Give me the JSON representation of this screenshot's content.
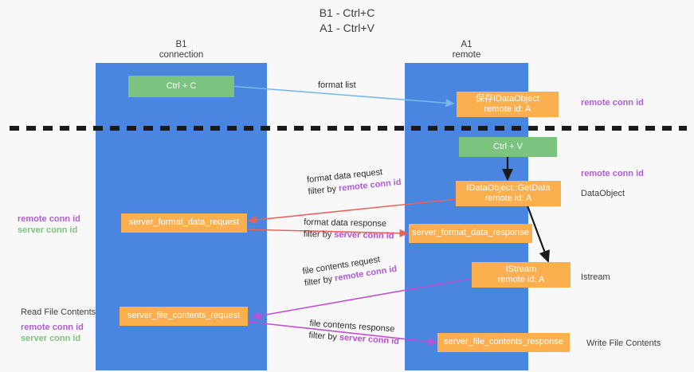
{
  "title": "B1 - Ctrl+C\nA1 - Ctrl+V",
  "columns": [
    {
      "name": "b1",
      "label": "B1\nconnection"
    },
    {
      "name": "a1",
      "label": "A1\nremote"
    }
  ],
  "boxes": [
    {
      "name": "ctrl-c-box",
      "label": "Ctrl + C",
      "color": "#7ac47f"
    },
    {
      "name": "save-idataobject-box",
      "label": "保存IDataObject\nremote id: A",
      "color": "#fcaf4e"
    },
    {
      "name": "ctrl-v-box",
      "label": "Ctrl + V",
      "color": "#7ac47f"
    },
    {
      "name": "idataobject-getdata-box",
      "label": "IDataObject::GetData\nremote id: A",
      "color": "#fcaf4e"
    },
    {
      "name": "server-format-data-request-box",
      "label": "server_format_data_request",
      "color": "#fcaf4e"
    },
    {
      "name": "server-format-data-response-box",
      "label": "server_format_data_response",
      "color": "#fcaf4e"
    },
    {
      "name": "istream-box",
      "label": "IStream\nremote id: A",
      "color": "#fcaf4e"
    },
    {
      "name": "server-file-contents-request-box",
      "label": "server_file_contents_request",
      "color": "#fcaf4e"
    },
    {
      "name": "server-file-contents-response-box",
      "label": "server_file_contents_response",
      "color": "#fcaf4e"
    }
  ],
  "right_labels": [
    {
      "name": "right-remote-conn-id-1",
      "text": "remote conn id",
      "color": "#b05cd4"
    },
    {
      "name": "right-remote-conn-id-2",
      "text": "remote conn id",
      "color": "#b05cd4"
    },
    {
      "name": "right-dataobject",
      "text": "DataObject",
      "color": "#3c3c3c"
    },
    {
      "name": "right-istream",
      "text": "Istream",
      "color": "#3c3c3c"
    },
    {
      "name": "right-write-file-contents",
      "text": "Write File Contents",
      "color": "#3c3c3c"
    }
  ],
  "left_labels": [
    {
      "name": "left-remote-conn-id",
      "text": "remote conn id",
      "color": "#b05cd4"
    },
    {
      "name": "left-server-conn-id",
      "text": "server conn id",
      "color": "#7ac47f"
    },
    {
      "name": "left-read-file-contents",
      "text": "Read File Contents",
      "color": "#3c3c3c"
    },
    {
      "name": "left-remote-conn-id-2",
      "text": "remote conn id",
      "color": "#b05cd4"
    },
    {
      "name": "left-server-conn-id-2",
      "text": "server conn id",
      "color": "#7ac47f"
    }
  ],
  "arrow_labels": [
    {
      "name": "format-list-label",
      "line1": "format list",
      "line2": "",
      "line2_hl": ""
    },
    {
      "name": "format-data-request-label",
      "line1": "format data request",
      "line2": "filter by ",
      "line2_hl": "remote conn id"
    },
    {
      "name": "format-data-response-label",
      "line1": "format data response",
      "line2": "filter by ",
      "line2_hl": "server conn id"
    },
    {
      "name": "file-contents-request-label",
      "line1": "file contents request",
      "line2": "filter by ",
      "line2_hl": "remote conn id"
    },
    {
      "name": "file-contents-response-label",
      "line1": "file contents response",
      "line2": "filter by ",
      "line2_hl": "server conn id"
    }
  ],
  "colors": {
    "lane": "#4a86e0",
    "green_box": "#7ac47f",
    "orange_box": "#fcaf4e",
    "purple": "#b05cd4",
    "green_text": "#7ac47f",
    "red_arrow": "#e8625c",
    "magenta_arrow": "#c04fd1",
    "blue_arrow": "#78b8e8",
    "black_arrow": "#1a1a1a",
    "divider": "#1a1a1a",
    "background": "#f8f8f8"
  }
}
